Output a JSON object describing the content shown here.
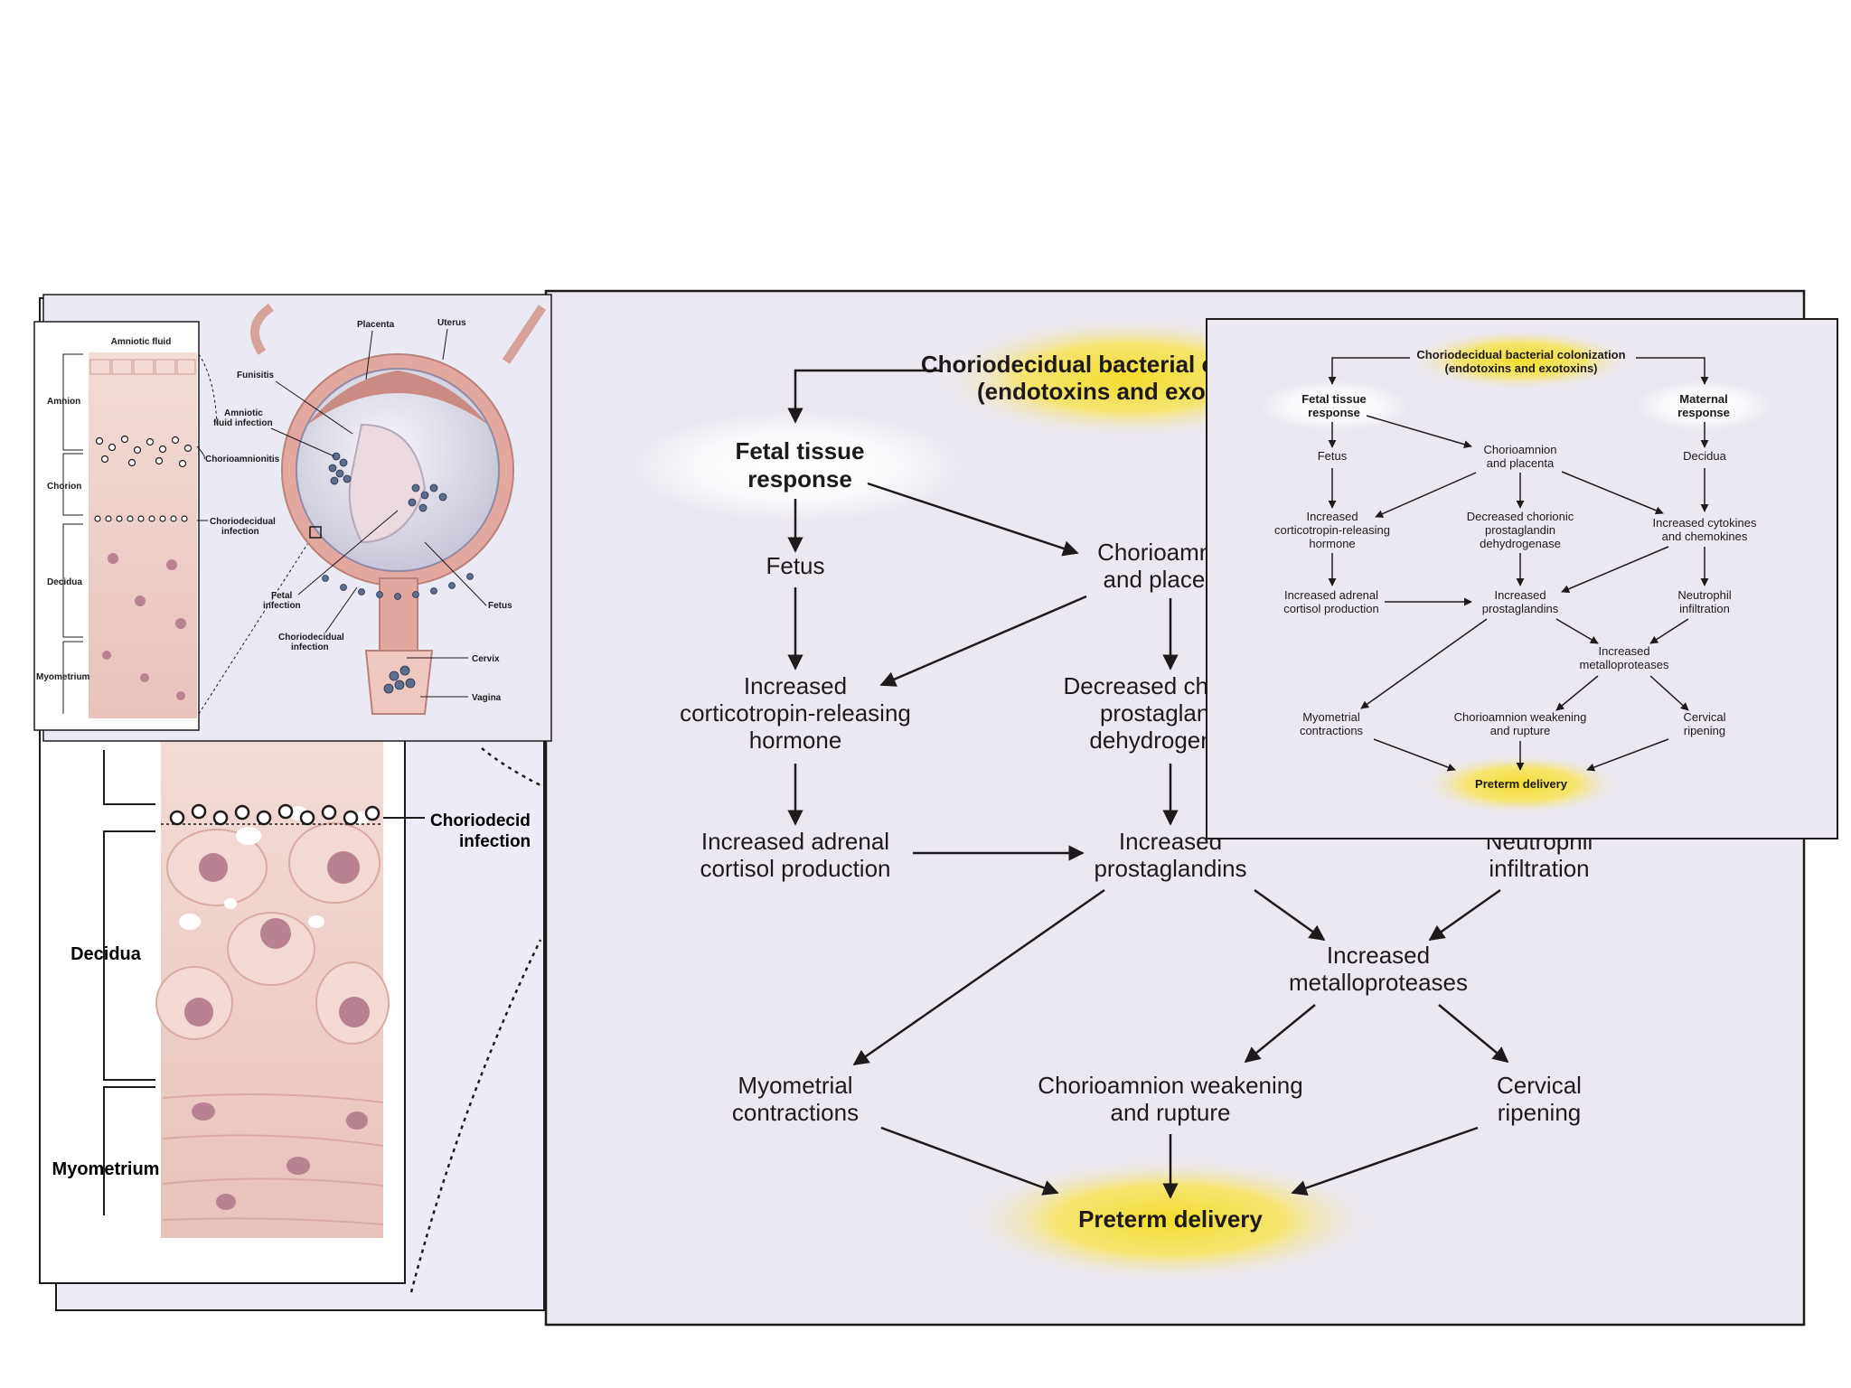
{
  "flowchart": {
    "source": [
      "Choriodecidual bacterial colonization",
      "(endotoxins and exotoxins)"
    ],
    "fetal_response": [
      "Fetal tissue",
      "response"
    ],
    "maternal_response": [
      "Maternal",
      "response"
    ],
    "fetus": [
      "Fetus"
    ],
    "chorioamnion": [
      "Chorioamnion",
      "and placenta"
    ],
    "decidua": [
      "Decidua"
    ],
    "crh": [
      "Increased",
      "corticotropin-releasing",
      "hormone"
    ],
    "dehydrogenase": [
      "Decreased chorionic",
      "prostaglandin",
      "dehydrogenase"
    ],
    "cytokines": [
      "Increased cytokines",
      "and chemokines"
    ],
    "cortisol": [
      "Increased adrenal",
      "cortisol production"
    ],
    "prostaglandins": [
      "Increased",
      "prostaglandins"
    ],
    "neutrophil": [
      "Neutrophil",
      "infiltration"
    ],
    "metalloproteases": [
      "Increased",
      "metalloproteases"
    ],
    "myometrial": [
      "Myometrial",
      "contractions"
    ],
    "weakening": [
      "Chorioamnion weakening",
      "and rupture"
    ],
    "cervical": [
      "Cervical",
      "ripening"
    ],
    "preterm": [
      "Preterm delivery"
    ]
  },
  "anatomy": {
    "layers": {
      "amniotic_fluid": "Amniotic fluid",
      "amnion": "Amnion",
      "chorion": "Chorion",
      "decidua": "Decidua",
      "myometrium": "Myometrium"
    },
    "labels": {
      "chorioamnionitis": "Chorioamnionitis",
      "choriodecidual_infection": [
        "Choriodecidual",
        "infection"
      ],
      "placenta": "Placenta",
      "uterus": "Uterus",
      "funisitis": "Funisitis",
      "amniotic_fluid_infection": [
        "Amniotic",
        "fluid infection"
      ],
      "fetal_infection": [
        "Fetal",
        "infection"
      ],
      "fetus": "Fetus",
      "cervix": "Cervix",
      "vagina": "Vagina"
    },
    "enlarged": {
      "choriodecidual_infection": [
        "Choriodecid",
        "infection"
      ],
      "decidua": "Decidua",
      "myometrium": "Myometrium"
    }
  },
  "colors": {
    "panel_lavender": "#ece8f2",
    "highlight_yellow": "#f4dc2c",
    "tissue_pink": "#e6bdb8",
    "arrow": "#1e1a1c"
  }
}
